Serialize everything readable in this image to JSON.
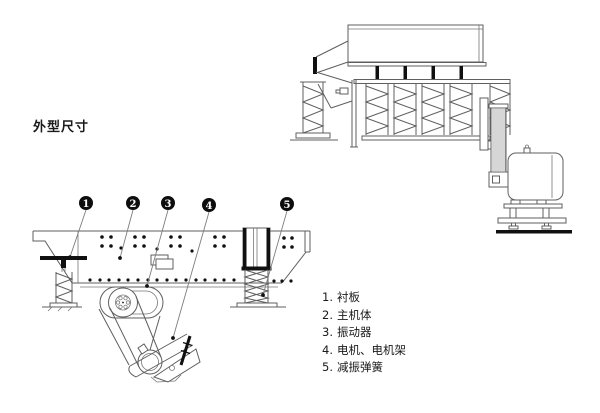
{
  "title": {
    "text": "外型尺寸"
  },
  "legend": {
    "items": [
      {
        "num": "1.",
        "label": "衬板"
      },
      {
        "num": "2.",
        "label": "主机体"
      },
      {
        "num": "3.",
        "label": "振动器"
      },
      {
        "num": "4.",
        "label": "电机、电机架"
      },
      {
        "num": "5.",
        "label": "减振弹簧"
      }
    ]
  },
  "callouts": [
    {
      "number": "1"
    },
    {
      "number": "2"
    },
    {
      "number": "3"
    },
    {
      "number": "4"
    },
    {
      "number": "5"
    }
  ],
  "colors": {
    "background": "#ffffff",
    "line": "#5f5f5f",
    "accent_black": "#101010",
    "text": "#1a1a1a"
  }
}
